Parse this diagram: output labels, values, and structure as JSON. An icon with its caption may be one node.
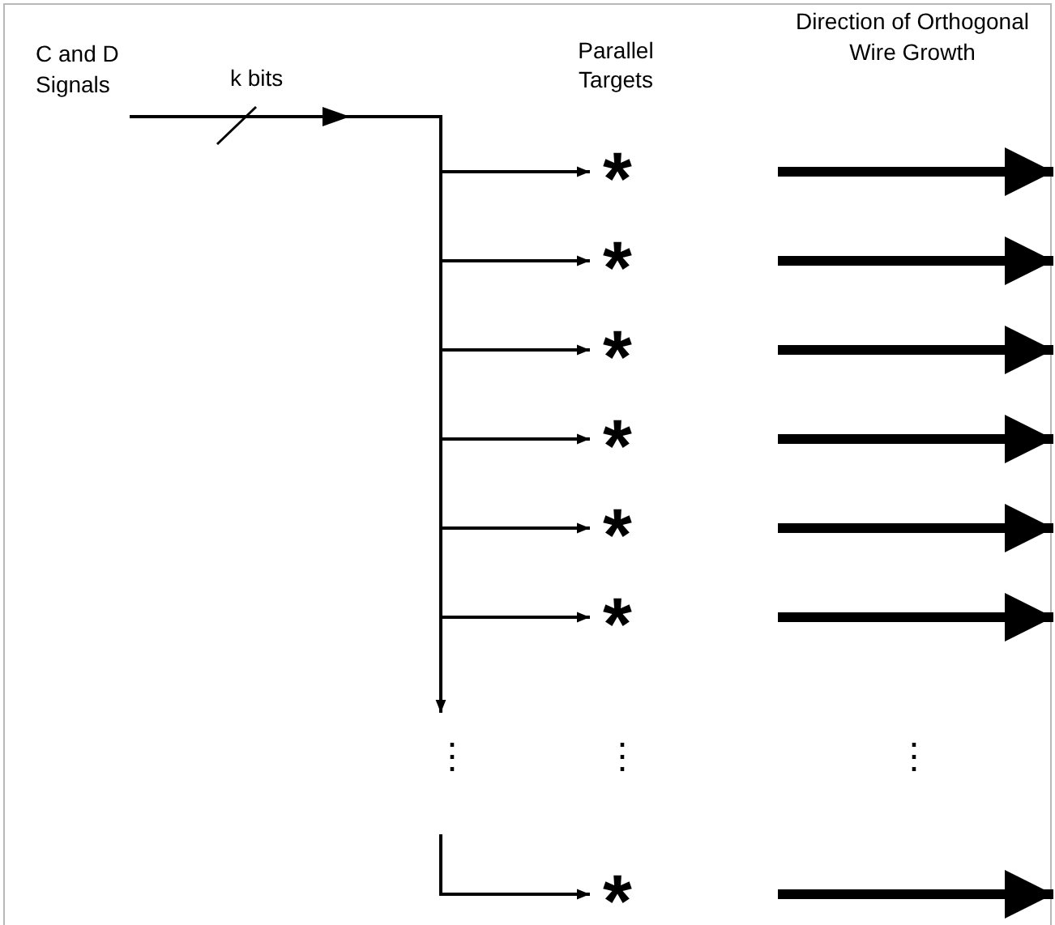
{
  "diagram": {
    "nodes": [
      {
        "text": [
          "C and D Signals"
        ]
      },
      {
        "text": [
          "*"
        ]
      },
      {
        "text": [
          "*"
        ]
      },
      {
        "text": [
          "*"
        ]
      },
      {
        "text": [
          "*"
        ]
      },
      {
        "text": [
          "*"
        ]
      },
      {
        "text": [
          "*"
        ]
      },
      {
        "text": [
          "*"
        ]
      }
    ],
    "edges": [
      {
        "from": 0,
        "to": 1,
        "arrow": "to"
      },
      {
        "from": 0,
        "to": 2,
        "arrow": "to"
      },
      {
        "from": 0,
        "to": 3,
        "arrow": "to"
      },
      {
        "from": 0,
        "to": 4,
        "arrow": "to"
      },
      {
        "from": 0,
        "to": 5,
        "arrow": "to"
      },
      {
        "from": 0,
        "to": 6,
        "arrow": "to"
      },
      {
        "from": null,
        "to": 7,
        "arrow": "to"
      },
      {
        "from": 0,
        "to": null,
        "arrow": "to"
      }
    ],
    "labels": [
      "k bits",
      "Parallel Targets",
      "Direction of Orthogonal Wire Growth",
      "⋮",
      "⋮",
      "⋮"
    ]
  }
}
